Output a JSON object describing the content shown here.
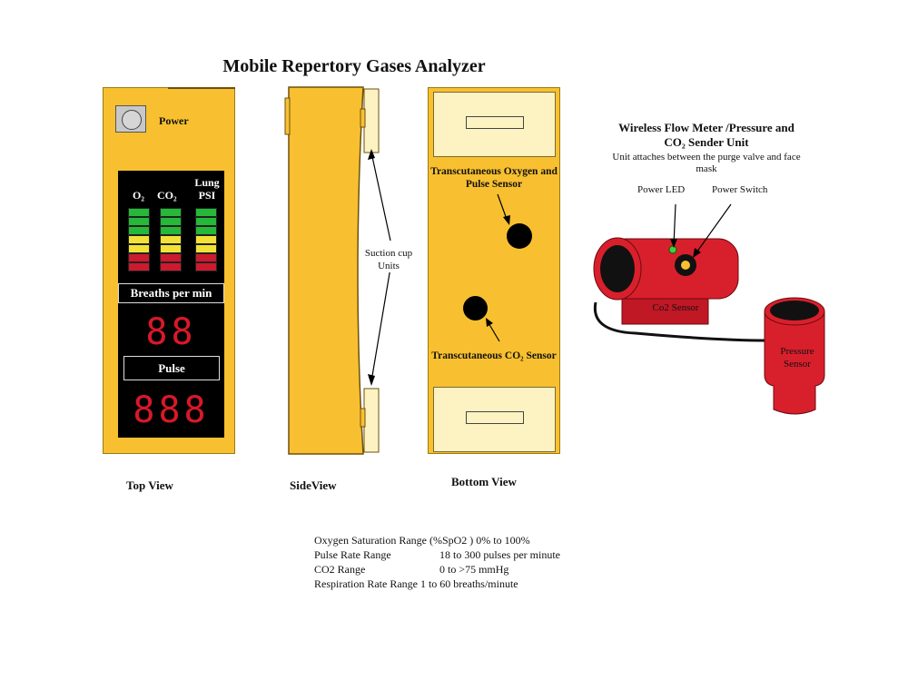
{
  "title": "Mobile Repertory Gases Analyzer",
  "top_view": {
    "power_label": "Power",
    "gas_headers": [
      "O₂",
      "CO₂",
      "Lung PSI"
    ],
    "breaths_label": "Breaths per min",
    "breaths_digits": "88",
    "pulse_label": "Pulse",
    "pulse_digits": "888",
    "bar_colors": {
      "green": "#26b838",
      "yellow": "#f2e236",
      "red": "#cc1a2e"
    },
    "view_label": "Top View"
  },
  "side_view": {
    "suction_label": "Suction cup Units",
    "view_label": "SideView"
  },
  "bottom_view": {
    "to2_label": "Transcutaneous Oxygen and Pulse Sensor",
    "tco2_label": "Transcutaneous CO₂ Sensor",
    "view_label": "Bottom View"
  },
  "wireless_unit": {
    "title": "Wireless Flow Meter /Pressure and CO₂ Sender Unit",
    "subtitle": "Unit attaches between the purge valve and face mask",
    "power_led_label": "Power LED",
    "power_switch_label": "Power Switch",
    "co2_sensor_label": "Co2 Sensor",
    "pressure_sensor_label": "Pressure Sensor",
    "body_color": "#d8202c"
  },
  "specs": [
    {
      "name": "Oxygen Saturation Range (%SpO2 ) 0% to 100%",
      "value": ""
    },
    {
      "name": "Pulse Rate Range",
      "value": "18 to 300 pulses per minute"
    },
    {
      "name": "CO2 Range",
      "value": "0 to >75 mmHg"
    },
    {
      "name": "Respiration Rate Range 1 to 60 breaths/minute",
      "value": ""
    }
  ],
  "panel_color": "#f8c030"
}
